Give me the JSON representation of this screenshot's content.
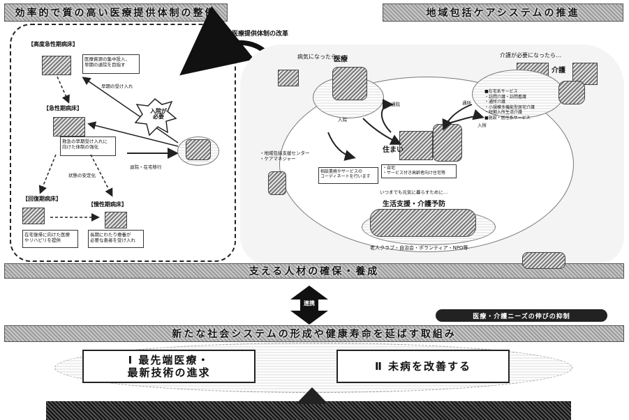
{
  "top_left_banner": "効率的で質の高い医療提供体制の整備",
  "top_right_banner": "地域包括ケアシステムの推進",
  "reform_label": "医療提供体制の改革",
  "left": {
    "advanced_acute": "【高度急性期病床】",
    "advanced_acute_note": "医療資源の集中投入、\n早期の退院を目指す",
    "acute": "【急性期病床】",
    "acute_note": "救急の早期受け入れに\n向けた体制の強化",
    "recovery": "【回復期病床】",
    "recovery_note": "在宅復帰に向けた医療\nやリハビリを提供",
    "chronic": "【慢性期病床】",
    "chronic_note": "長期にわたり療養が\n必要な患者を受け入れ",
    "star_text": "入院が\n必要",
    "flow_right": "退院・在宅移行",
    "flow_admit": "状態の安定化",
    "flow_diag": "早期の受け入れ"
  },
  "right": {
    "sick_label": "病気になったら…",
    "medical": "医療",
    "care_needed": "介護が必要になったら…",
    "care": "介護",
    "residence": "住まい",
    "community_center": "・地域包括支援センター\n・ケアマネジャー",
    "consult_note": "相談業務やサービスの\nコーディネートを行います",
    "home_items": "・自宅\n・サービス付き高齢者向け住宅等",
    "forever_label": "いつまでも元気に暮らすために…",
    "life_support": "生活支援・介護予防",
    "clubs": "老人クラブ・自治会・ボランティア・NPO等",
    "service_list": "■在宅系サービス\n・訪問介護・訪問看護\n・通所介護\n・小規模多機能型居宅介護\n・短期入所生活介護\n■施設・居住系サービス",
    "visit": "通院",
    "admit": "入院",
    "commute": "通所",
    "enter": "入所"
  },
  "support_banner": "支える人材の確保・養成",
  "linkage_label": "連携",
  "suppress_pill": "医療・介護ニーズの伸びの抑制",
  "bottom_banner": "新たな社会システムの形成や健康寿命を延ばす取組み",
  "goal1": "Ⅰ 最先端医療・\n最新技術の進求",
  "goal2": "Ⅱ 未病を改善する",
  "colors": {
    "banner": "#9a9a9a",
    "pill": "#222222"
  }
}
